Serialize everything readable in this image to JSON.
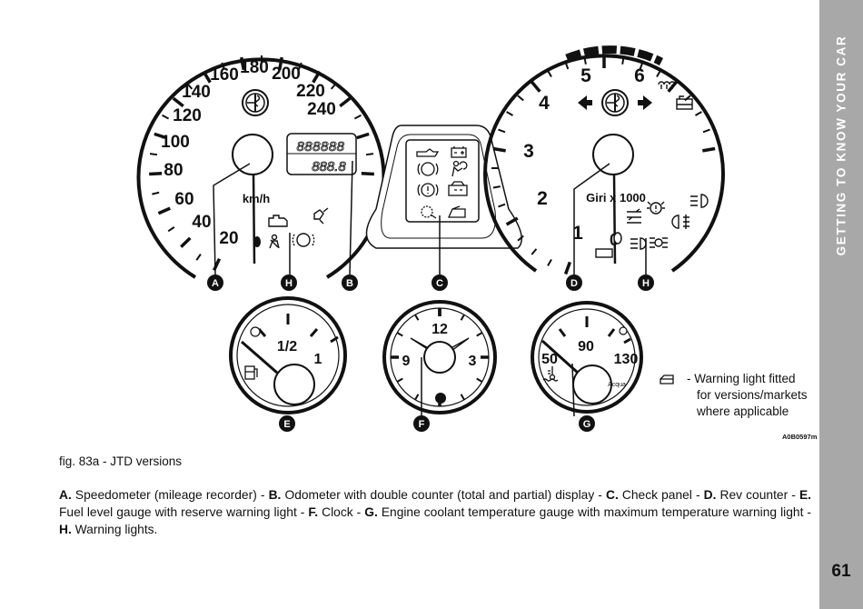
{
  "section_title": "GETTING TO KNOW YOUR CAR",
  "page_number": "61",
  "figure_code": "A0B0597m",
  "caption": "fig. 83a - JTD versions",
  "speedometer": {
    "scale": [
      "20",
      "40",
      "60",
      "80",
      "100",
      "120",
      "140",
      "160",
      "180",
      "200",
      "220",
      "240"
    ],
    "unit": "km/h",
    "odometer_total": "888888",
    "odometer_partial": "888.8"
  },
  "rev_counter": {
    "scale": [
      "1",
      "2",
      "3",
      "4",
      "5",
      "6"
    ],
    "unit": "Giri x 1000",
    "zero": "0"
  },
  "fuel_gauge": {
    "half": "1/2",
    "full": "1"
  },
  "clock": {
    "twelve": "12",
    "three": "3",
    "nine": "9"
  },
  "coolant_gauge": {
    "low": "50",
    "mid": "90",
    "high": "130",
    "label": "Acqua"
  },
  "callouts": {
    "A": "A",
    "B": "B",
    "C": "C",
    "D": "D",
    "E": "E",
    "F": "F",
    "G": "G",
    "H1": "H",
    "H2": "H"
  },
  "note": {
    "line1": "- Warning light fitted",
    "line2": "for versions/markets",
    "line3": "where applicable"
  },
  "legend": [
    {
      "key": "A.",
      "text": " Speedometer (mileage recorder) - "
    },
    {
      "key": "B.",
      "text": " Odometer with double counter (total and partial) display - "
    },
    {
      "key": "C.",
      "text": " Check panel - "
    },
    {
      "key": "D.",
      "text": " Rev counter - "
    },
    {
      "key": "E.",
      "text": " Fuel level gauge with reserve warning light - "
    },
    {
      "key": "F.",
      "text": " Clock - "
    },
    {
      "key": "G.",
      "text": " Engine coolant temperature gauge with maximum temperature warning light - "
    },
    {
      "key": "H.",
      "text": " Warning lights."
    }
  ]
}
